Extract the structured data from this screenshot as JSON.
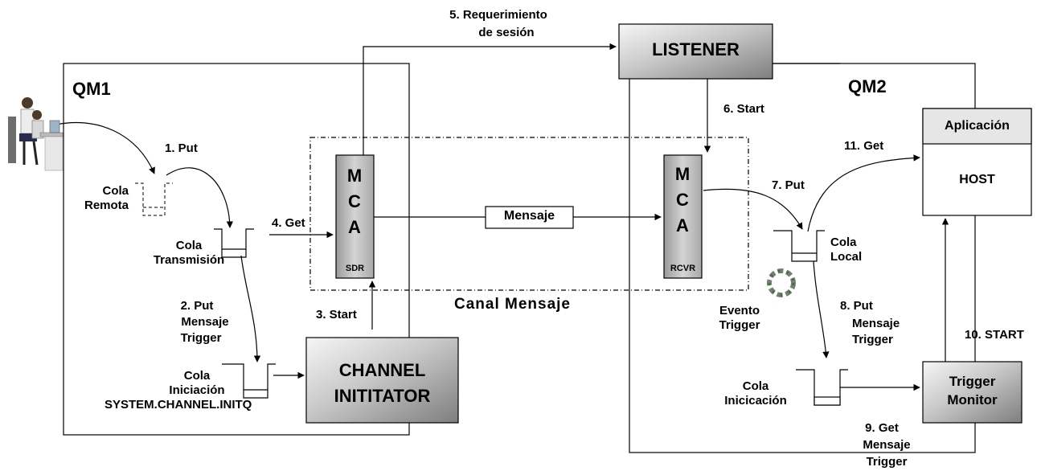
{
  "qm1_label": "QM1",
  "qm2_label": "QM2",
  "listener": "LISTENER",
  "channel_initiator": [
    "CHANNEL",
    "INITITATOR"
  ],
  "mca_sender": {
    "letters": [
      "M",
      "C",
      "A"
    ],
    "tag": "SDR"
  },
  "mca_receiver": {
    "letters": [
      "M",
      "C",
      "A"
    ],
    "tag": "RCVR"
  },
  "mensaje_box": "Mensaje",
  "canal_label": "Canal Mensaje",
  "aplicacion_header": "Aplicación",
  "host_label": "HOST",
  "trigger_monitor": [
    "Trigger",
    "Monitor"
  ],
  "queues": {
    "remota": [
      "Cola",
      "Remota"
    ],
    "transmision": [
      "Cola",
      "Transmisión"
    ],
    "iniciacion_qm1": [
      "Cola",
      "Iniciación",
      "SYSTEM.CHANNEL.INITQ"
    ],
    "local": [
      "Cola",
      "Local"
    ],
    "iniciacion_qm2": [
      "Cola",
      "Inicicación"
    ]
  },
  "evento_trigger": [
    "Evento",
    "Trigger"
  ],
  "steps": {
    "s1": "1. Put",
    "s2": [
      "2. Put",
      "Mensaje",
      "Trigger"
    ],
    "s3": "3. Start",
    "s4": "4. Get",
    "s5": [
      "5. Requerimiento",
      "de sesión"
    ],
    "s6": "6. Start",
    "s7": "7. Put",
    "s8": [
      "8. Put",
      "Mensaje",
      "Trigger"
    ],
    "s9": [
      "9. Get",
      "Mensaje",
      "Trigger"
    ],
    "s10": "10. START",
    "s11": "11. Get"
  },
  "colors": {
    "box_gradient_light": "#f4f4f4",
    "box_gradient_dark": "#8a8a8a",
    "line": "#000000"
  }
}
